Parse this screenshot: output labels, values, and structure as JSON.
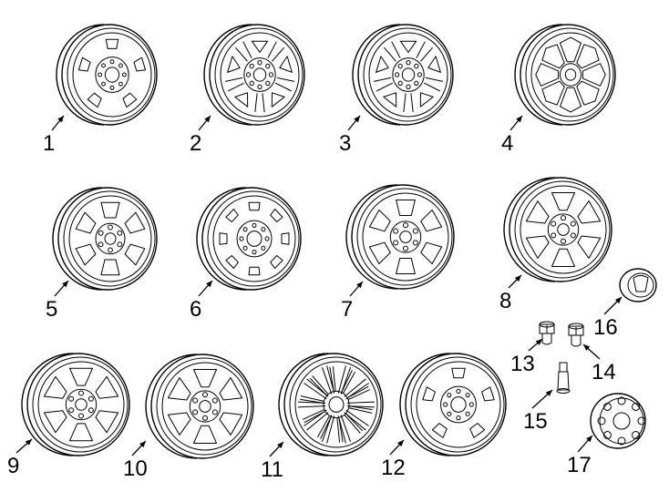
{
  "parts": [
    {
      "number": "1",
      "icon": "steel-wheel-icon"
    },
    {
      "number": "2",
      "icon": "steel-wheel-icon"
    },
    {
      "number": "3",
      "icon": "steel-wheel-icon"
    },
    {
      "number": "4",
      "icon": "alloy-wheel-icon"
    },
    {
      "number": "5",
      "icon": "alloy-wheel-icon"
    },
    {
      "number": "6",
      "icon": "steel-wheel-icon"
    },
    {
      "number": "7",
      "icon": "alloy-wheel-icon"
    },
    {
      "number": "8",
      "icon": "alloy-wheel-icon"
    },
    {
      "number": "9",
      "icon": "alloy-wheel-icon"
    },
    {
      "number": "10",
      "icon": "alloy-wheel-icon"
    },
    {
      "number": "11",
      "icon": "alloy-wheel-icon"
    },
    {
      "number": "12",
      "icon": "steel-wheel-icon"
    },
    {
      "number": "13",
      "icon": "lug-nut-icon"
    },
    {
      "number": "14",
      "icon": "lug-nut-icon"
    },
    {
      "number": "15",
      "icon": "valve-stem-icon"
    },
    {
      "number": "16",
      "icon": "center-cap-icon"
    },
    {
      "number": "17",
      "icon": "hub-cover-icon"
    }
  ]
}
